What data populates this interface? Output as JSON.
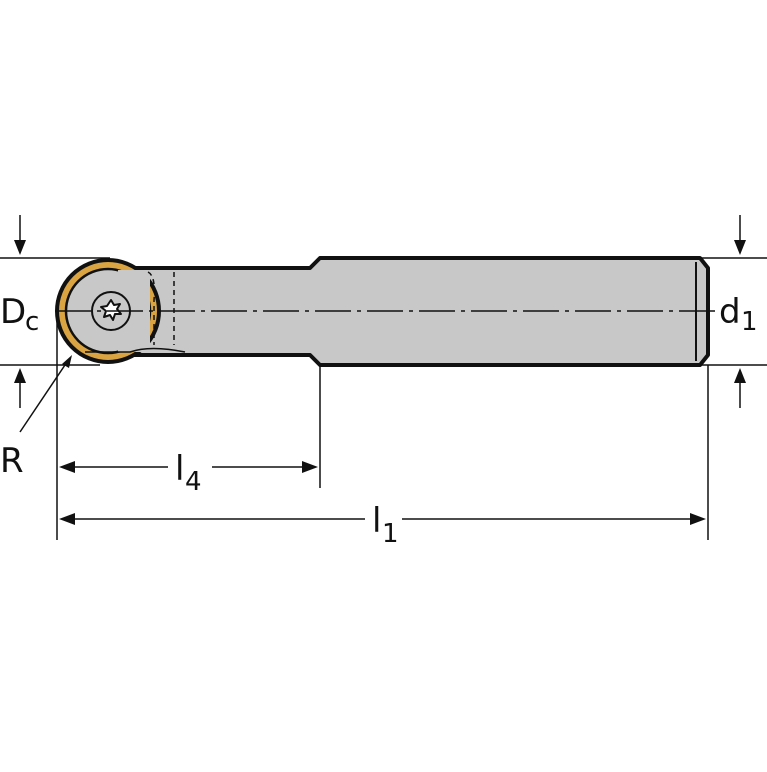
{
  "labels": {
    "dc_main": "D",
    "dc_sub": "c",
    "d1_main": "d",
    "d1_sub": "1",
    "r": "R",
    "l4_main": "l",
    "l4_sub": "4",
    "l1_main": "l",
    "l1_sub": "1"
  },
  "colors": {
    "background": "#ffffff",
    "outline": "#111111",
    "body_fill": "#c8c8c8",
    "insert_gold": "#d9a441"
  },
  "icons": {
    "screw": "torx-screw-icon"
  }
}
